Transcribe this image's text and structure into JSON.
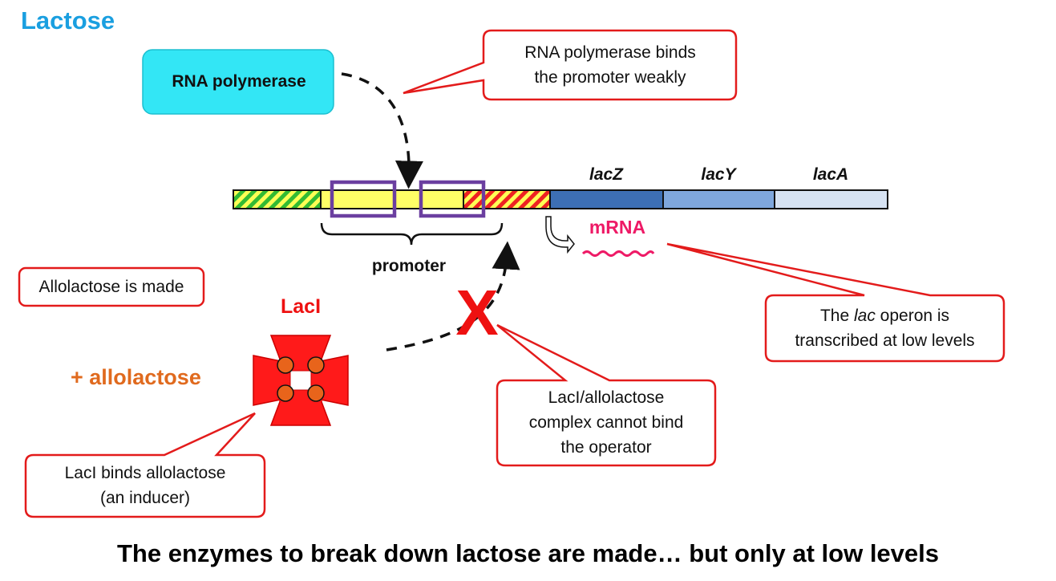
{
  "heading": "Lactose",
  "rna_polymerase_label": "RNA polymerase",
  "promoter_label": "promoter",
  "genes": [
    {
      "name": "lacZ",
      "color": "#3d6fb5"
    },
    {
      "name": "lacY",
      "color": "#7fa7dd"
    },
    {
      "name": "lacA",
      "color": "#d6e2f2"
    }
  ],
  "mrna_label": "mRNA",
  "repressor_label": "LacI",
  "inducer_label": "+ allolactose",
  "blocked_mark": "X",
  "callouts": {
    "polymerase": {
      "line1": "RNA polymerase binds",
      "line2": "the promoter weakly"
    },
    "allolactose_made": {
      "text": "Allolactose is made"
    },
    "transcription": {
      "line1_pre": "The ",
      "line1_em": "lac",
      "line1_post": " operon is",
      "line2": "transcribed at low levels"
    },
    "complex": {
      "line1": "LacI/allolactose",
      "line2": "complex cannot bind",
      "line3": "the operator"
    },
    "laci_binds": {
      "line1": "LacI binds allolactose",
      "line2": "(an inducer)"
    }
  },
  "caption": "The enzymes to break down lactose are made… but only at low levels",
  "colors": {
    "heading": "#1a9fe0",
    "polymerase_fill": "#33e6f5",
    "promoter_fill": "#ffff66",
    "operator_box": "#6b3fa0",
    "callout_border": "#e31b1b",
    "repressor": "#ff1a1a",
    "repressor_dots": "#e8641b",
    "mrna": "#ee1a66",
    "inducer": "#e06a1e"
  }
}
